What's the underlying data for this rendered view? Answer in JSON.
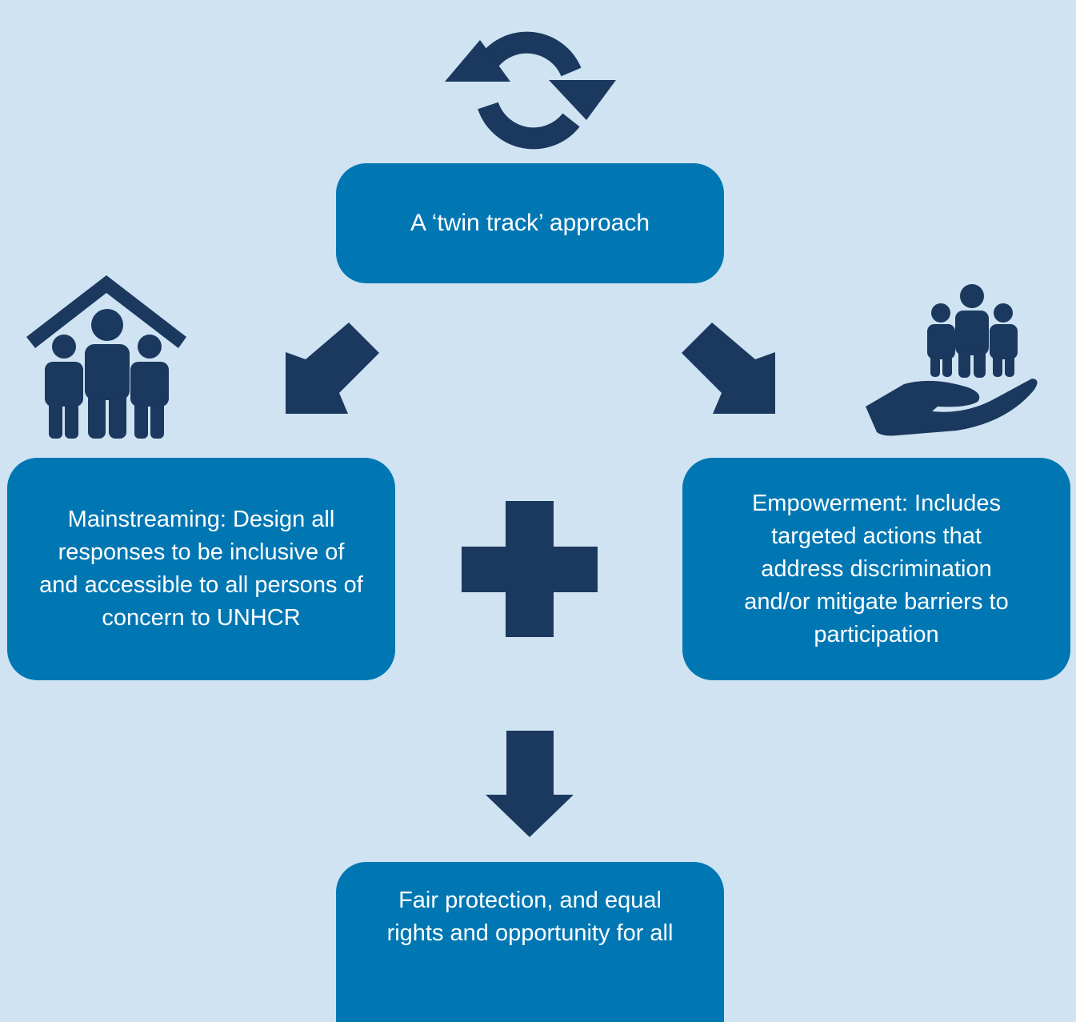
{
  "colors": {
    "background": "#cfe3f2",
    "box_fill": "#0077b3",
    "icon_fill": "#1b385e",
    "box_text": "#ffffff"
  },
  "icons": {
    "top": "cycle-arrows-icon",
    "left": "family-under-roof-icon",
    "right": "family-in-hand-icon",
    "center": "plus-icon",
    "arrow_left": "arrow-down-left-icon",
    "arrow_right": "arrow-down-right-icon",
    "arrow_down": "arrow-down-icon"
  },
  "boxes": {
    "top": "A ‘twin track’ approach",
    "left": "Mainstreaming: Design all responses to be inclusive of and accessible to all persons of concern to UNHCR",
    "right": "Empowerment: Includes targeted actions that address discrimination and/or mitigate barriers to participation",
    "bottom": "Fair protection, and equal rights and opportunity for all"
  }
}
